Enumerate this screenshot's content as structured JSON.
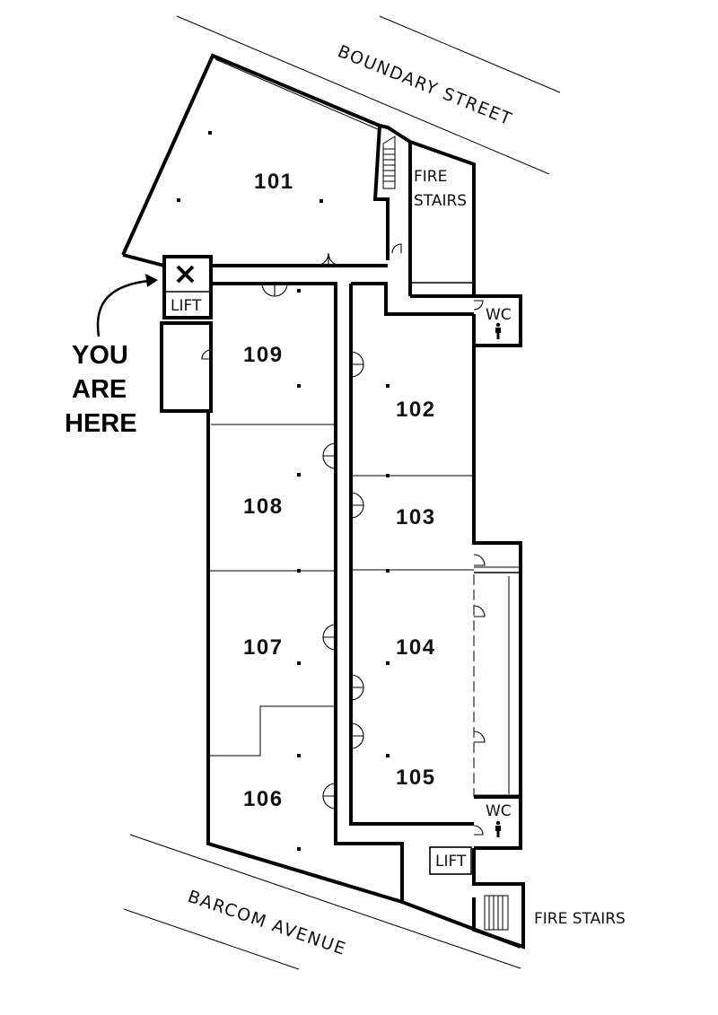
{
  "streets": {
    "north": "BOUNDARY STREET",
    "south": "BARCOM AVENUE"
  },
  "rooms": [
    {
      "id": "101",
      "label": "101"
    },
    {
      "id": "102",
      "label": "102"
    },
    {
      "id": "103",
      "label": "103"
    },
    {
      "id": "104",
      "label": "104"
    },
    {
      "id": "105",
      "label": "105"
    },
    {
      "id": "106",
      "label": "106"
    },
    {
      "id": "107",
      "label": "107"
    },
    {
      "id": "108",
      "label": "108"
    },
    {
      "id": "109",
      "label": "109"
    }
  ],
  "facilities": {
    "fire_stairs_north_line1": "FIRE",
    "fire_stairs_north_line2": "STAIRS",
    "fire_stairs_south": "FIRE STAIRS",
    "lift_north": "LIFT",
    "lift_south": "LIFT",
    "wc_north": "WC",
    "wc_south": "WC"
  },
  "you_are_here": {
    "line1": "YOU",
    "line2": "ARE",
    "line3": "HERE",
    "marker_icon": "x-marker-icon"
  },
  "icons": [
    "x-marker-icon",
    "person-icon",
    "arrow-icon",
    "door-icon",
    "stairs-icon"
  ]
}
